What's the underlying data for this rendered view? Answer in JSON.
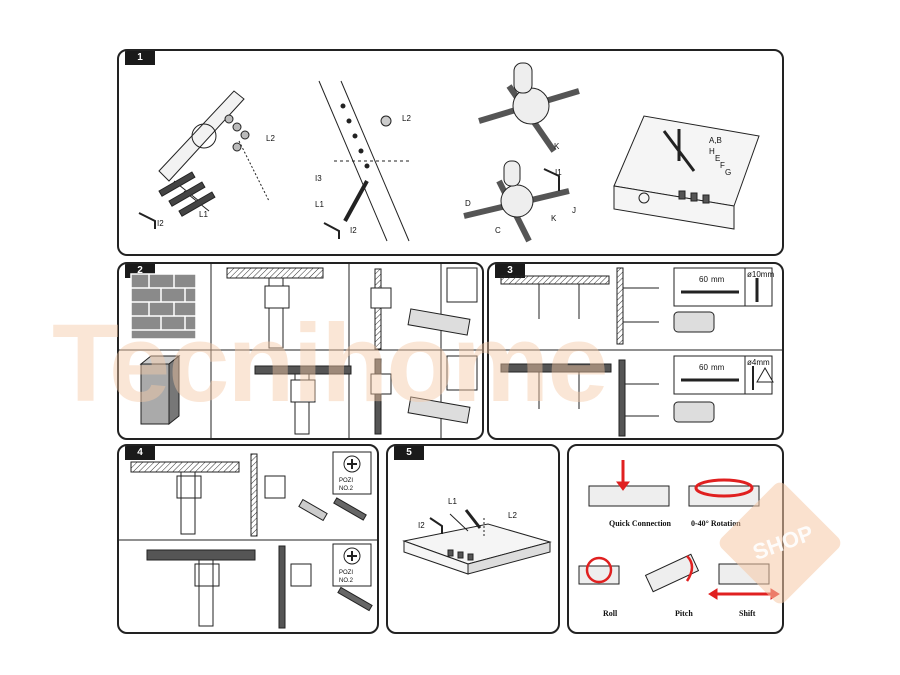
{
  "steps": {
    "s1": "1",
    "s2": "2",
    "s3": "3",
    "s4": "4",
    "s5": "5"
  },
  "parts": {
    "L1": "L1",
    "L2": "L2",
    "I1": "I1",
    "I2": "I2",
    "I3": "I3",
    "K": "K",
    "D": "D",
    "C": "C",
    "J": "J",
    "AB": "A,B",
    "H": "H",
    "E": "E",
    "F": "F",
    "G": "G"
  },
  "drill": {
    "len1": "60",
    "unit": "mm",
    "dia1": "ø10mm",
    "len2": "60",
    "dia2": "ø4mm"
  },
  "screwdriver": {
    "line1": "POZI",
    "line2": "NO.2"
  },
  "adjust": {
    "quick": "Quick Connection",
    "rotation": "0-40° Rotation",
    "roll": "Roll",
    "pitch": "Pitch",
    "shift": "Shift"
  },
  "watermark": {
    "text": "Tecnihome",
    "shop": "SHOP"
  },
  "colors": {
    "accent": "#e02020",
    "watermark": "#f5c9a6"
  }
}
